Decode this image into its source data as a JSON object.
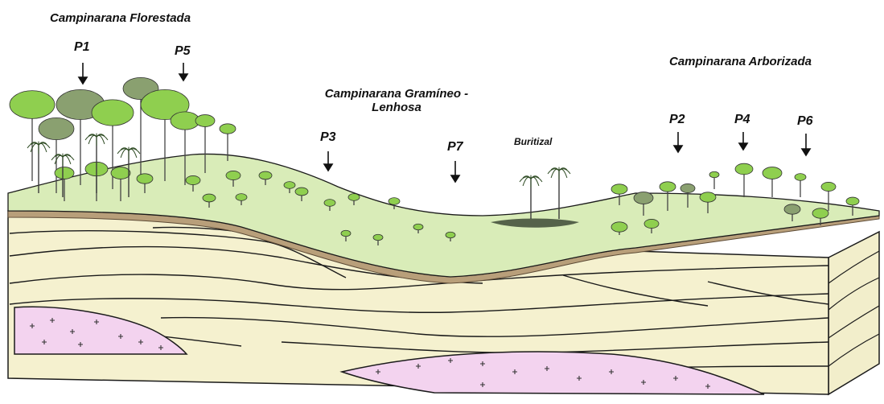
{
  "zones": {
    "florestada": "Campinarana Florestada",
    "graminea_line1": "Campinarana Gramíneo -",
    "graminea_line2": "Lenhosa",
    "arborizada": "Campinarana Arborizada",
    "buritizal": "Buritizal"
  },
  "points": [
    "P1",
    "P5",
    "P3",
    "P7",
    "P2",
    "P4",
    "P6"
  ],
  "colors": {
    "grass": "#d9ecb8",
    "sand": "#f5f1cf",
    "sand_dark": "#ece6bd",
    "soil": "#b89f7a",
    "granite": "#f3d3ef",
    "line": "#1a1a1a",
    "tree_light": "#8fcf4f",
    "tree_dark": "#8aa070"
  }
}
